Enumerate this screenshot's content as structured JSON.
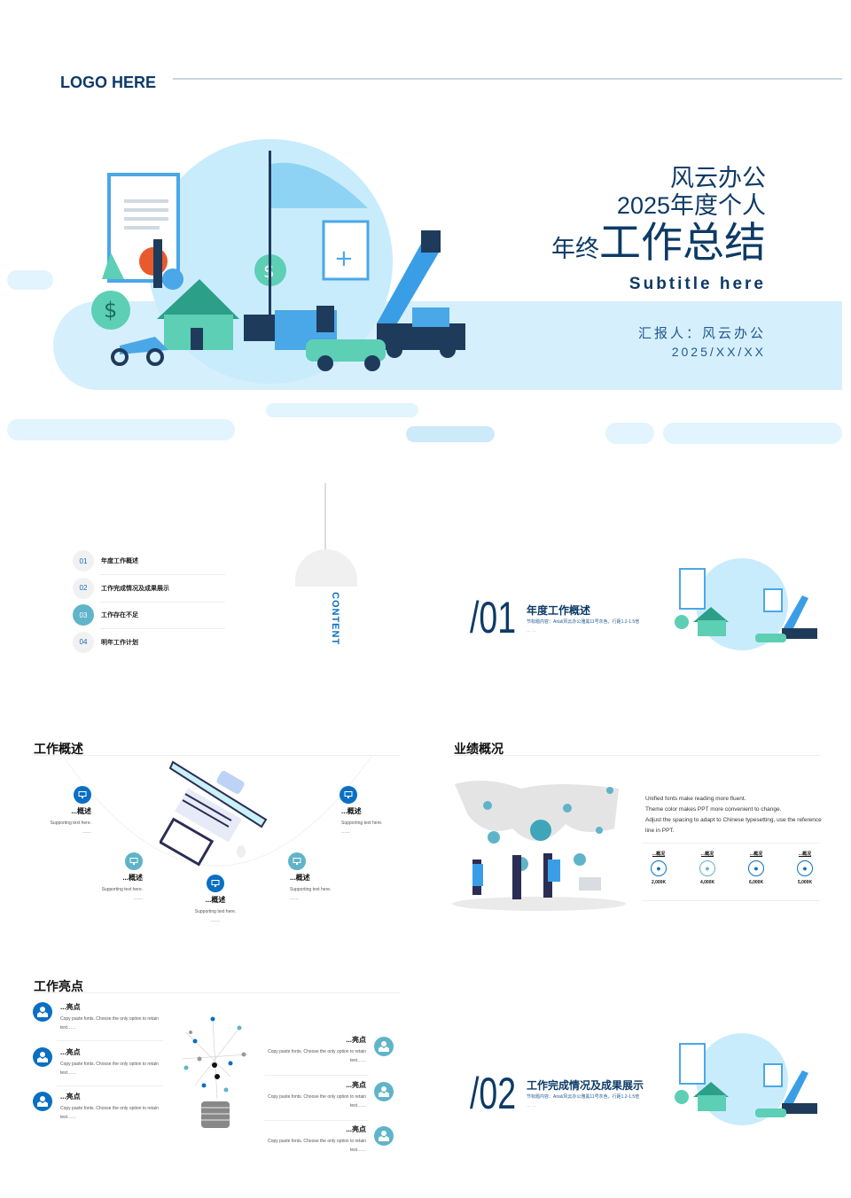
{
  "cover": {
    "logo": "LOGO HERE",
    "title_line1": "风云办公",
    "title_line2": "2025年度个人",
    "title_prefix": "年终",
    "title_main": "工作总结",
    "subtitle": "Subtitle here",
    "reporter": "汇报人：风云办公",
    "date": "2025/XX/XX"
  },
  "contents": {
    "label": "CONTENT",
    "items": [
      {
        "num": "01",
        "label": "年度工作概述"
      },
      {
        "num": "02",
        "label": "工作完成情况及成果展示"
      },
      {
        "num": "03",
        "label": "工作存在不足"
      },
      {
        "num": "04",
        "label": "明年工作计划"
      }
    ]
  },
  "section1": {
    "num": "/01",
    "title": "年度工作概述",
    "desc": "节标题内容：Arial/风云办公雅黑11号灰色，行距1.2-1.5倍",
    "ellipsis": "… …"
  },
  "section2": {
    "num": "/02",
    "title": "工作完成情况及成果展示",
    "desc": "节标题内容：Arial/风云办公雅黑11号灰色，行距1.2-1.5倍",
    "ellipsis": "… …"
  },
  "overview": {
    "title": "工作概述",
    "items": [
      {
        "title": "...概述",
        "text": "Supporting text here.",
        "more": "……"
      },
      {
        "title": "...概述",
        "text": "Supporting text here.",
        "more": "……"
      },
      {
        "title": "...概述",
        "text": "Supporting text here.",
        "more": "……"
      },
      {
        "title": "...概述",
        "text": "Supporting text here.",
        "more": "……"
      },
      {
        "title": "...概述",
        "text": "Supporting text here.",
        "more": "……"
      }
    ]
  },
  "performance": {
    "title": "业绩概况",
    "lines": [
      "Unified fonts make reading more fluent.",
      "Theme color makes PPT more convenient to change.",
      "Adjust the spacing to adapt to Chinese typesetting, use the reference line in PPT."
    ],
    "stats": [
      {
        "label": "...概况",
        "value": "2,000K"
      },
      {
        "label": "...概况",
        "value": "4,000K"
      },
      {
        "label": "...概况",
        "value": "6,000K"
      },
      {
        "label": "...概况",
        "value": "5,000K"
      }
    ]
  },
  "highlights": {
    "title": "工作亮点",
    "left": [
      {
        "title": "...亮点",
        "text": "Copy paste fonts. Choose the only option to retain text……"
      },
      {
        "title": "...亮点",
        "text": "Copy paste fonts. Choose the only option to retain text……"
      },
      {
        "title": "...亮点",
        "text": "Copy paste fonts. Choose the only option to retain text……"
      }
    ],
    "right": [
      {
        "title": "...亮点",
        "text": "Copy paste fonts. Choose the only option to retain text……"
      },
      {
        "title": "...亮点",
        "text": "Copy paste fonts. Choose the only option to retain text……"
      },
      {
        "title": "...亮点",
        "text": "Copy paste fonts. Choose the only option to retain text……"
      }
    ]
  },
  "colors": {
    "navy": "#0d3a66",
    "blue": "#0a6fc2",
    "teal": "#5fb4c9",
    "light": "#d6effc"
  }
}
